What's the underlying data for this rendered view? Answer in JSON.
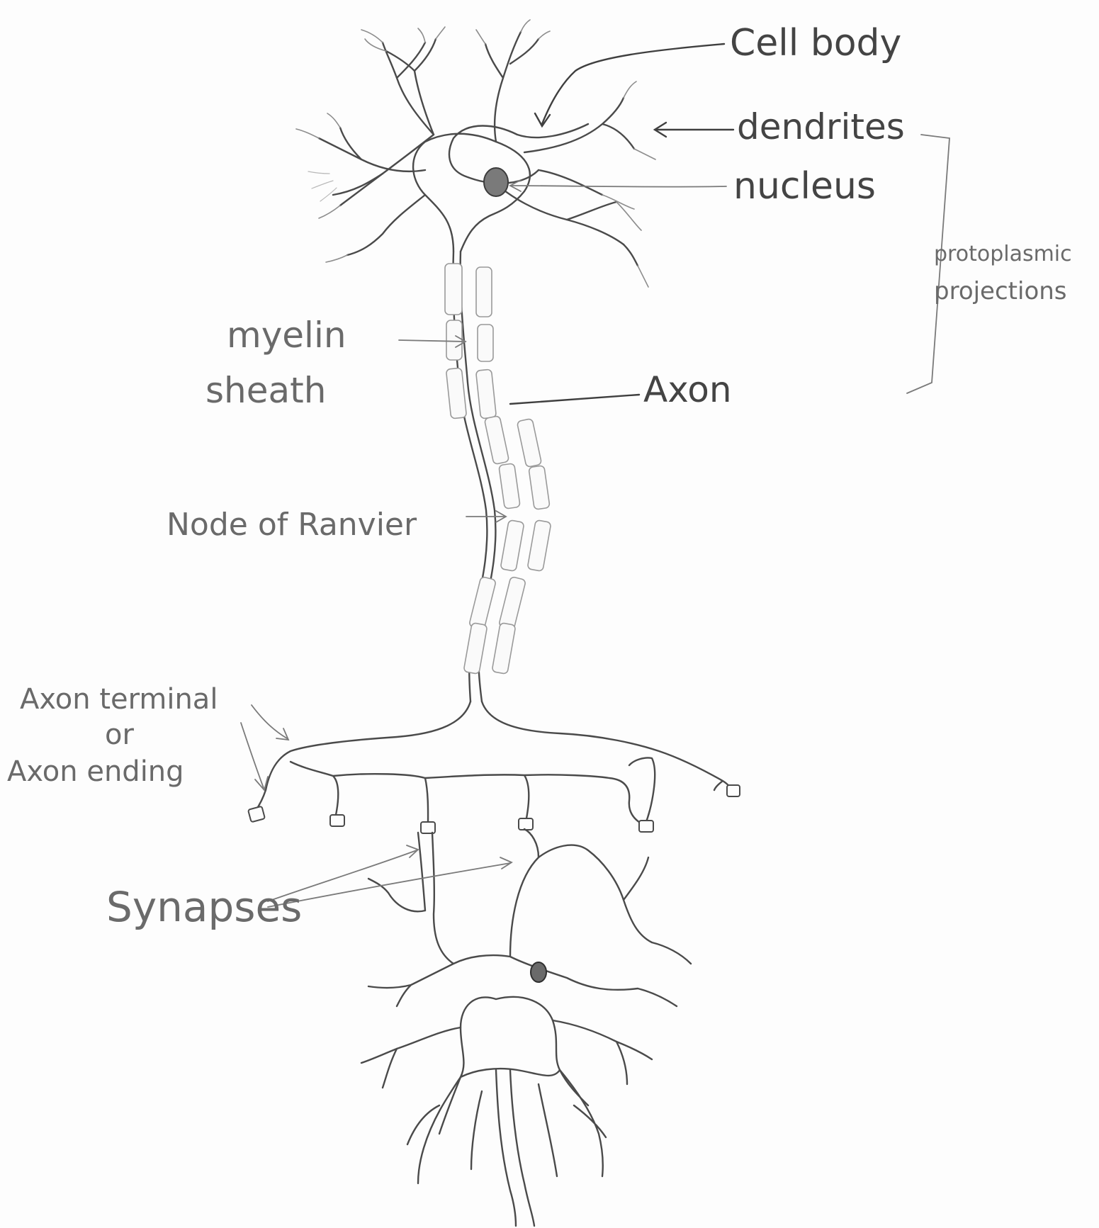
{
  "labels": {
    "cell_body": "Cell body",
    "dendrites": "dendrites",
    "nucleus": "nucleus",
    "protoplasmic_line1": "protoplasmic",
    "protoplasmic_line2": "projections",
    "myelin_line1": "myelin",
    "myelin_line2": "sheath",
    "axon": "Axon",
    "node_of_ranvier": "Node of Ranvier",
    "axon_terminal_line1": "Axon terminal",
    "axon_terminal_line2": "or",
    "axon_terminal_line3": "Axon ending",
    "synapses": "Synapses"
  },
  "colors": {
    "pencil": "#4a4a4a",
    "label": "#6a6a6a",
    "paper": "#fdfdfd"
  }
}
